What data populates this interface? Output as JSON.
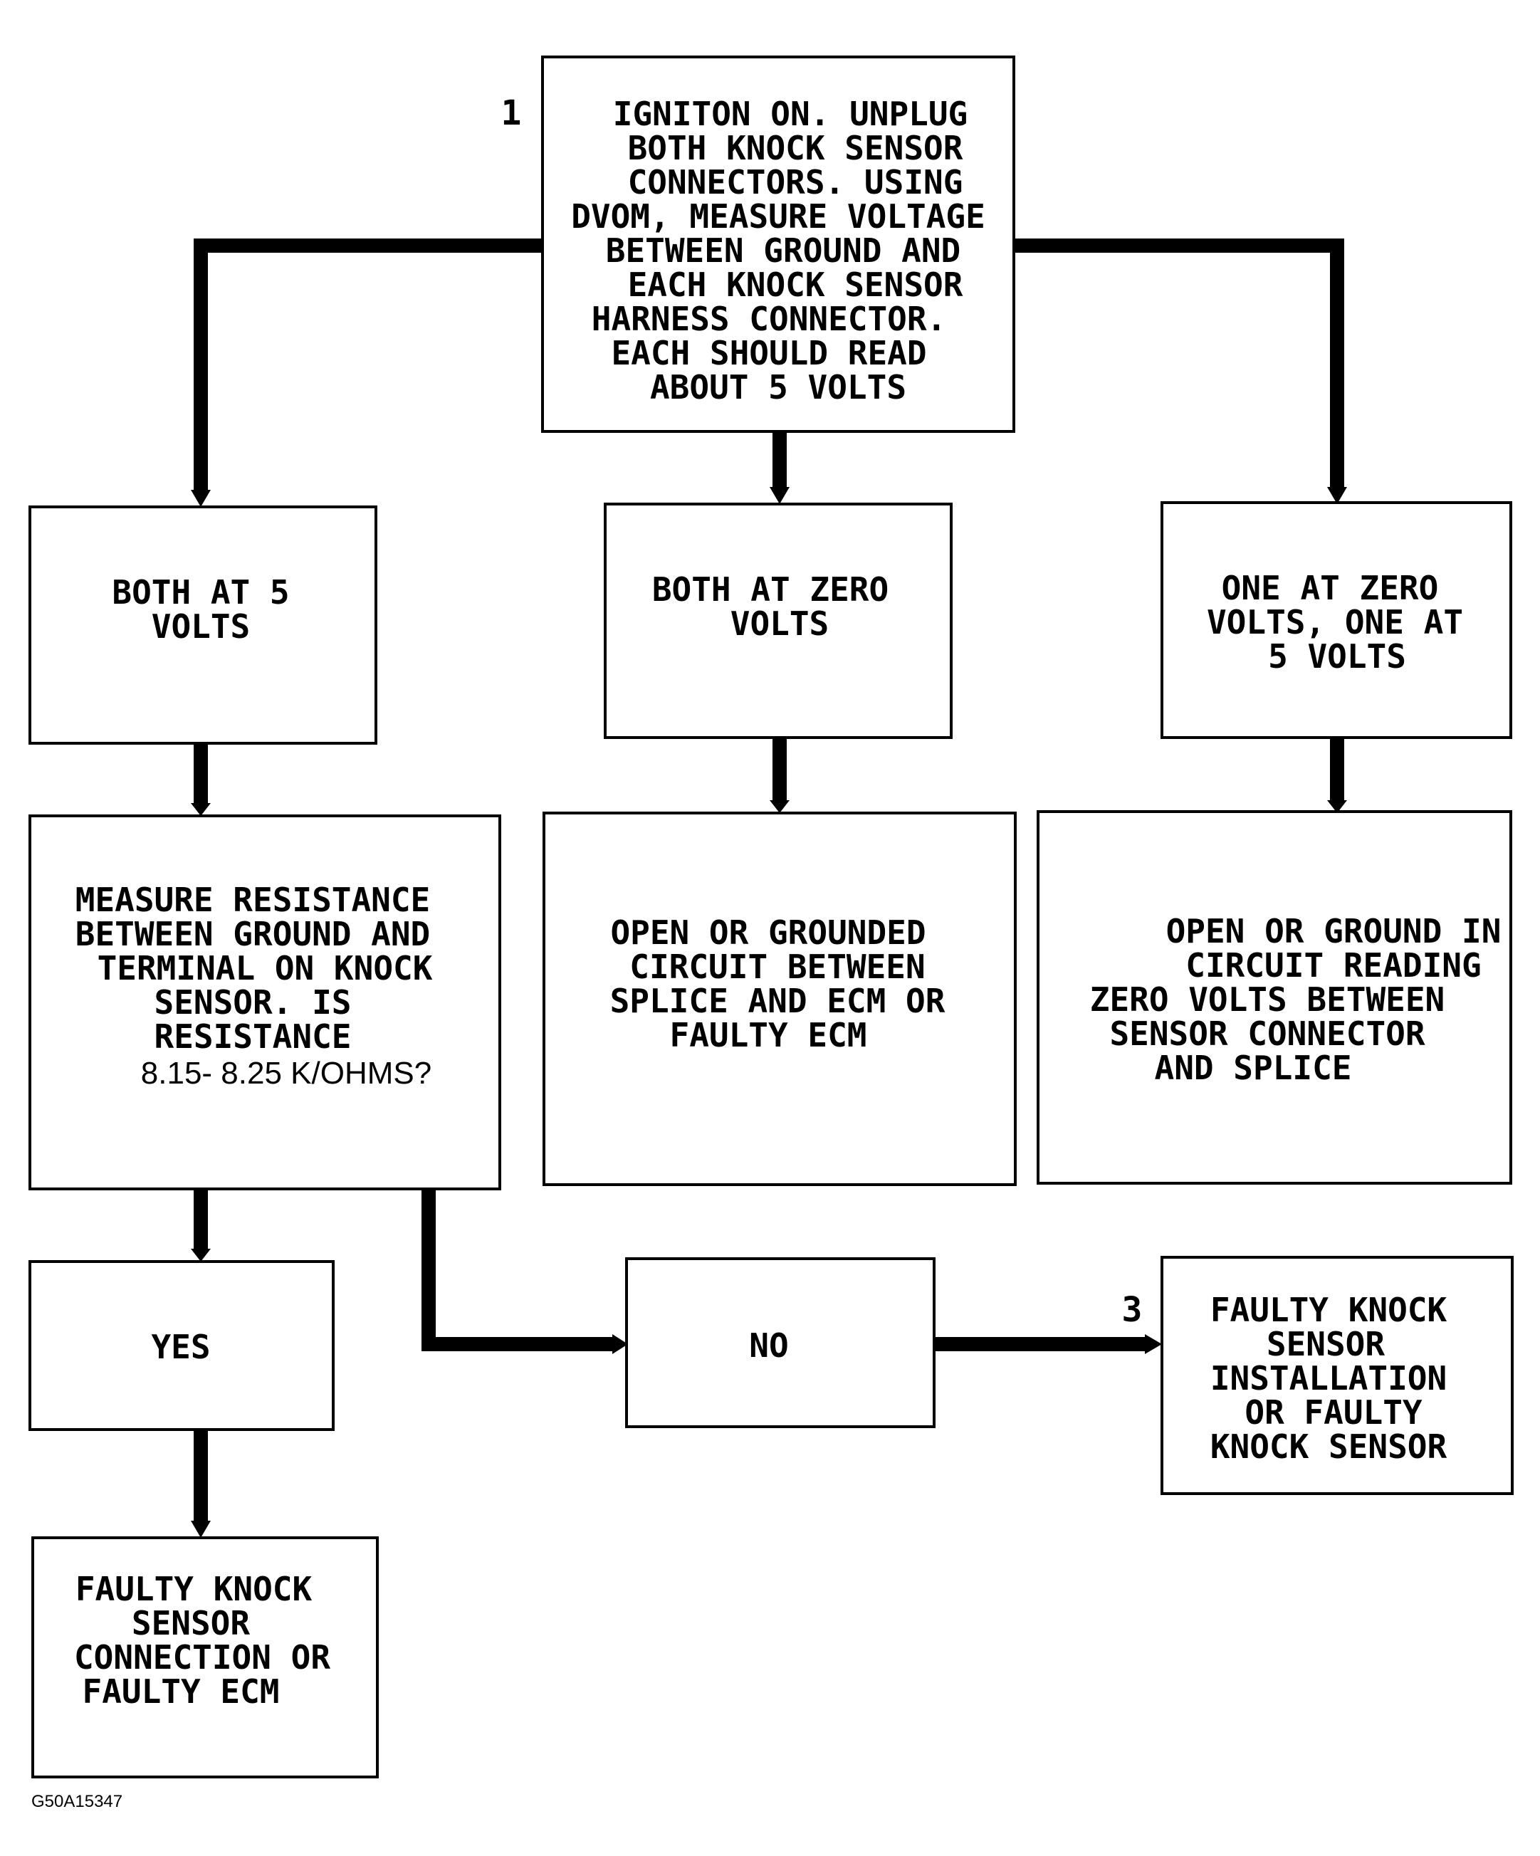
{
  "figure_ref": "G50A15347",
  "steps": {
    "start": "1",
    "faulty_installation": "3"
  },
  "boxes": {
    "start": [
      "IGNITON ON. UNPLUG",
      "BOTH KNOCK SENSOR",
      "CONNECTORS. USING",
      "DVOM, MEASURE VOLTAGE",
      "BETWEEN GROUND AND",
      "EACH KNOCK SENSOR",
      "HARNESS CONNECTOR.",
      "EACH SHOULD READ",
      "ABOUT 5 VOLTS"
    ],
    "both_5v": [
      "BOTH AT 5",
      "VOLTS"
    ],
    "both_zero": [
      "BOTH AT ZERO",
      "VOLTS"
    ],
    "one_zero": [
      "ONE AT ZERO",
      "VOLTS, ONE AT",
      "5 VOLTS"
    ],
    "measure": [
      "MEASURE RESISTANCE",
      "BETWEEN GROUND AND",
      "TERMINAL ON KNOCK",
      "SENSOR. IS",
      "RESISTANCE",
      "8.15- 8.25 K/OHMS?"
    ],
    "open_grounded": [
      "OPEN OR GROUNDED",
      "CIRCUIT BETWEEN",
      "SPLICE AND ECM OR",
      "FAULTY ECM"
    ],
    "open_ground_in": [
      "OPEN OR GROUND IN",
      "CIRCUIT READING",
      "ZERO VOLTS BETWEEN",
      "SENSOR CONNECTOR",
      "AND SPLICE"
    ],
    "yes": [
      "YES"
    ],
    "no": [
      "NO"
    ],
    "faulty_installation": [
      "FAULTY KNOCK",
      "SENSOR",
      "INSTALLATION",
      "OR FAULTY",
      "KNOCK SENSOR"
    ],
    "faulty_connection": [
      "FAULTY KNOCK",
      "SENSOR",
      "CONNECTION OR",
      "FAULTY ECM"
    ]
  }
}
